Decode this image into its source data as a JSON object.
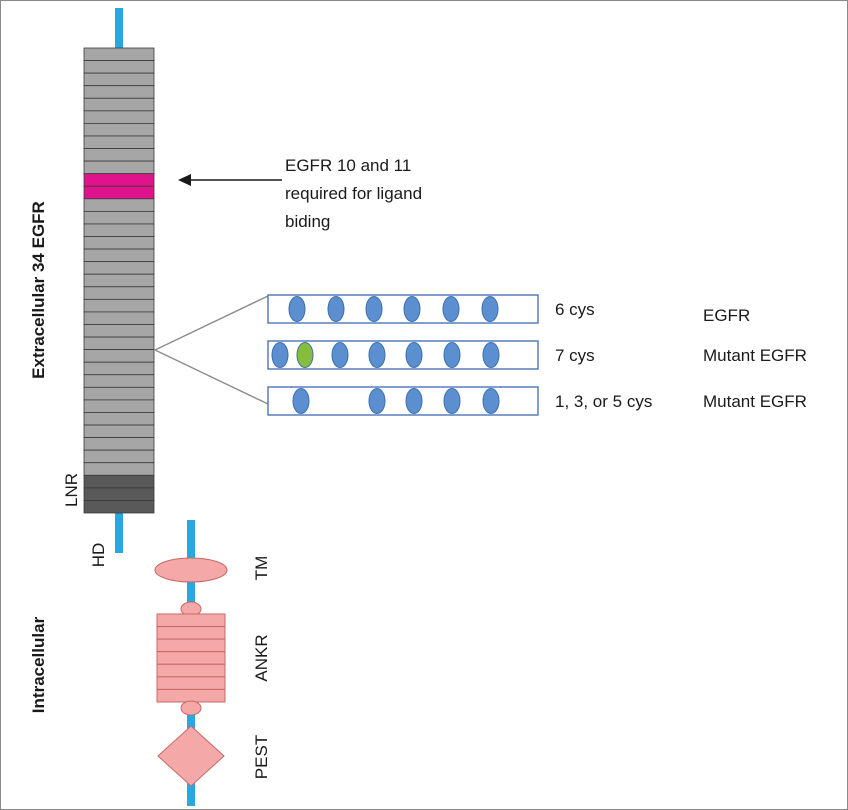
{
  "annotation": {
    "lines": [
      "EGFR 10 and 11",
      "required for ligand",
      "biding"
    ]
  },
  "rows": [
    {
      "cys_label": "6 cys",
      "type_label": "EGFR",
      "ellipses": [
        "blue",
        "blue",
        "blue",
        "blue",
        "blue",
        "blue"
      ]
    },
    {
      "cys_label": "7 cys",
      "type_label": "Mutant  EGFR",
      "ellipses": [
        "blue",
        "green",
        "blue",
        "blue",
        "blue",
        "blue",
        "blue"
      ]
    },
    {
      "cys_label": "1, 3, or 5 cys",
      "type_label": "Mutant  EGFR",
      "ellipses": [
        "blue",
        "blue",
        "blue",
        "blue",
        "blue"
      ]
    }
  ],
  "side_labels": {
    "extracellular": "Extracellular 34 EGFR",
    "intracellular": "Intracellular"
  },
  "domain_labels": {
    "lnr": "LNR",
    "hd": "HD",
    "tm": "TM",
    "ankr": "ANKR",
    "pest": "PEST"
  },
  "colors": {
    "membrane_line": "#29a8e0",
    "egfr_repeat": "#a6a6a6",
    "ligand_binding_repeat": "#e0138c",
    "lnr_repeat": "#595959",
    "intracellular_domain": "#f4a9a8",
    "cys_blue": "#5b8fcf",
    "cys_green": "#86bd3c",
    "row_box_border": "#4a76b8"
  },
  "counts": {
    "egfr_repeats": 34,
    "lnr_repeats": 3,
    "ankr_repeats": 7
  }
}
